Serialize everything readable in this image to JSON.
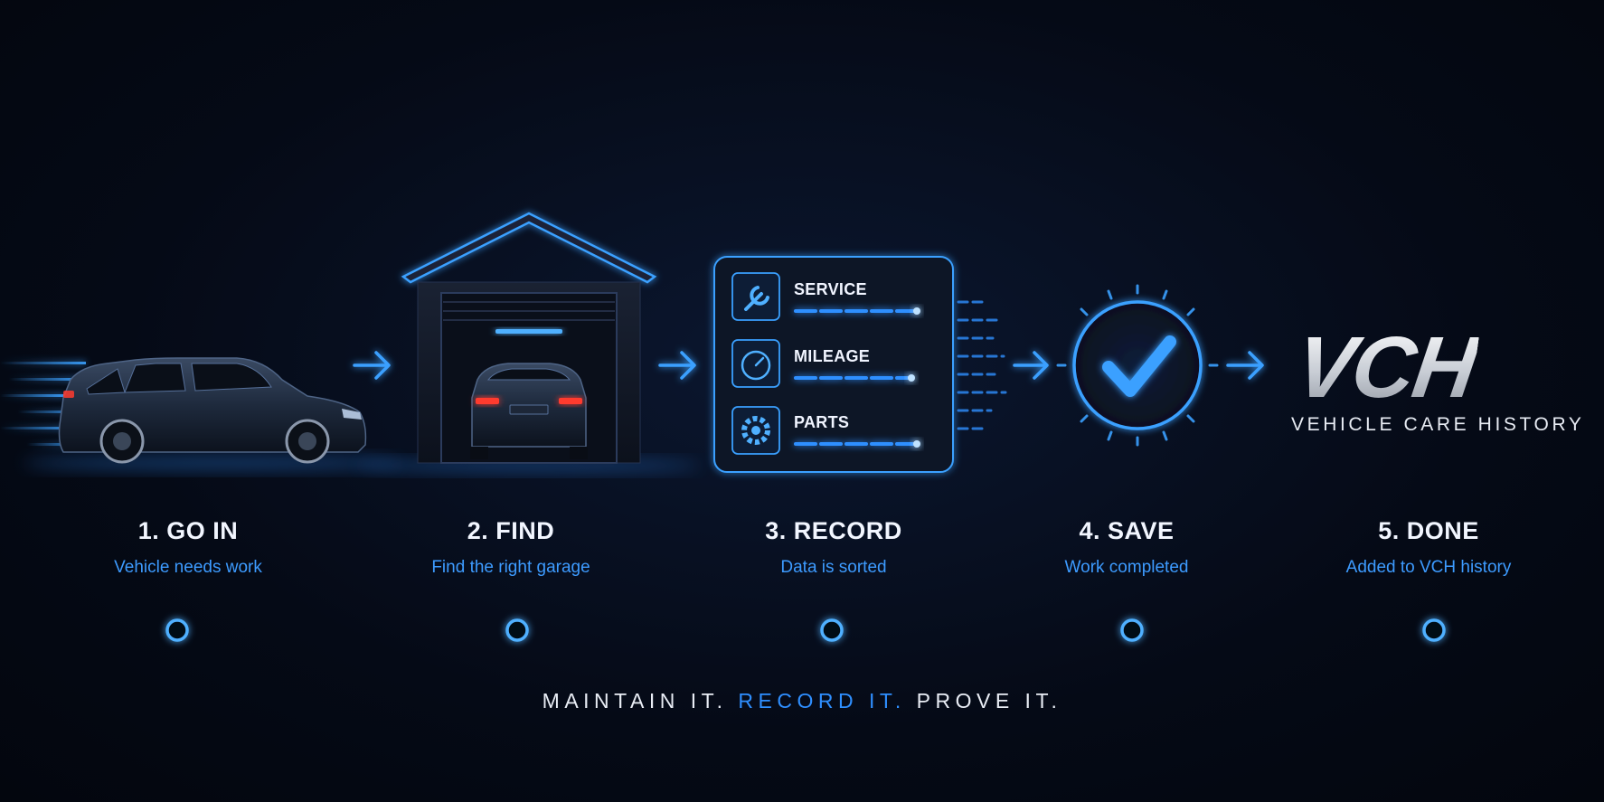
{
  "steps": [
    {
      "title": "1. GO IN",
      "description": "Vehicle needs work"
    },
    {
      "title": "2. FIND",
      "description": "Find the right garage"
    },
    {
      "title": "3. RECORD",
      "description": "Data is sorted"
    },
    {
      "title": "4. SAVE",
      "description": "Work completed"
    },
    {
      "title": "5. DONE",
      "description": "Added to VCH history"
    }
  ],
  "record_panel": {
    "items": [
      {
        "label": "SERVICE",
        "icon": "wrench-icon"
      },
      {
        "label": "MILEAGE",
        "icon": "gauge-icon"
      },
      {
        "label": "PARTS",
        "icon": "gear-icon"
      }
    ]
  },
  "brand": {
    "logo": "VCH",
    "subtitle": "VEHICLE CARE HISTORY"
  },
  "tagline": {
    "part1": "MAINTAIN IT.",
    "part2": "RECORD IT.",
    "part3": "PROVE IT."
  },
  "colors": {
    "accent": "#2f8fff",
    "glow": "#3aa0ff",
    "background": "#050a16"
  }
}
